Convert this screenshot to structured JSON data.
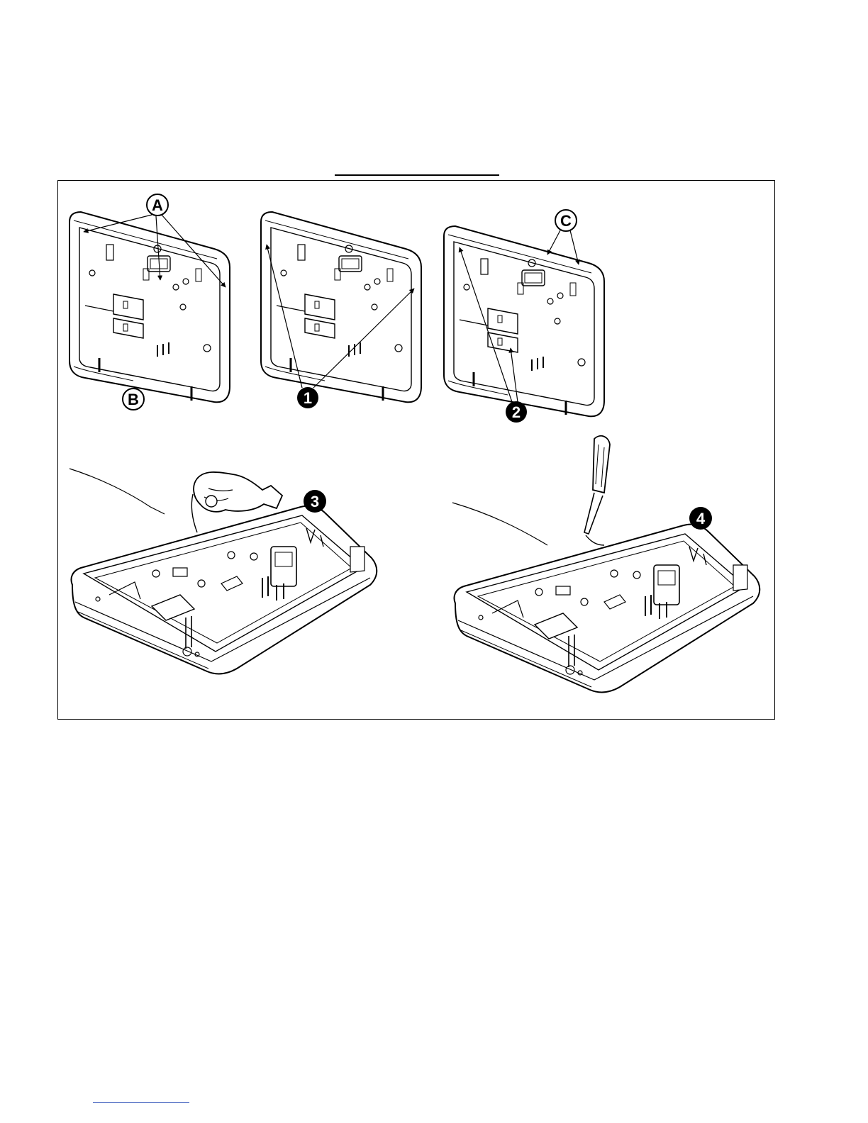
{
  "figure": {
    "callouts": {
      "A": "A",
      "B": "B",
      "C": "C",
      "step1": "1",
      "step2": "2",
      "step3": "3",
      "step4": "4"
    }
  },
  "colors": {
    "line": "#000000",
    "link": "#1a3fb0"
  }
}
